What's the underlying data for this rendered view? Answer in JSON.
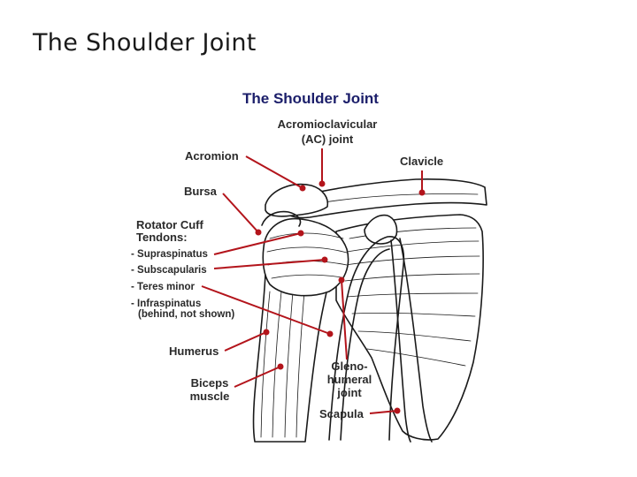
{
  "slide": {
    "title": "The Shoulder Joint"
  },
  "diagram": {
    "title": "The Shoulder Joint",
    "accent_color": "#b3141b",
    "title_color": "#1b1e6a",
    "labels": {
      "ac_joint_1": "Acromioclavicular",
      "ac_joint_2": "(AC) joint",
      "acromion": "Acromion",
      "clavicle": "Clavicle",
      "bursa": "Bursa",
      "rotator_1": "Rotator Cuff",
      "rotator_2": "Tendons:",
      "supraspinatus": "- Supraspinatus",
      "subscapularis": "- Subscapularis",
      "teres_minor": "- Teres minor",
      "infraspinatus_1": "- Infraspinatus",
      "infraspinatus_2": "(behind, not shown)",
      "humerus": "Humerus",
      "biceps_1": "Biceps",
      "biceps_2": "muscle",
      "gleno_1": "Gleno-",
      "gleno_2": "humeral",
      "gleno_3": "joint",
      "scapula": "Scapula"
    }
  }
}
